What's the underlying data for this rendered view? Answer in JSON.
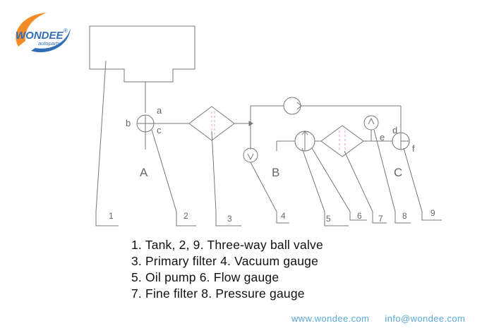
{
  "logo": {
    "brand": "WONDEE",
    "tagline": "autoparts",
    "mark": "®",
    "colors": {
      "orange": "#f28c28",
      "blue": "#2f6db5"
    }
  },
  "diagram": {
    "port_labels": {
      "a": "a",
      "b": "b",
      "c": "c",
      "d": "d",
      "e": "e",
      "f": "f"
    },
    "group_labels": {
      "A": "A",
      "B": "B",
      "C": "C"
    },
    "callouts": [
      "1",
      "2",
      "3",
      "4",
      "5",
      "6",
      "7",
      "8",
      "9"
    ],
    "line_color": "#777777",
    "filter_dash_color": "#e89ad6"
  },
  "legend": [
    "1. Tank, 2, 9. Three-way ball valve",
    "3. Primary filter 4. Vacuum gauge",
    "5. Oil pump 6. Flow gauge",
    "7. Fine filter 8. Pressure gauge"
  ],
  "footer": {
    "website": "www.wondee.com",
    "email": "info@wondee.com",
    "color": "#5aa8d8"
  }
}
